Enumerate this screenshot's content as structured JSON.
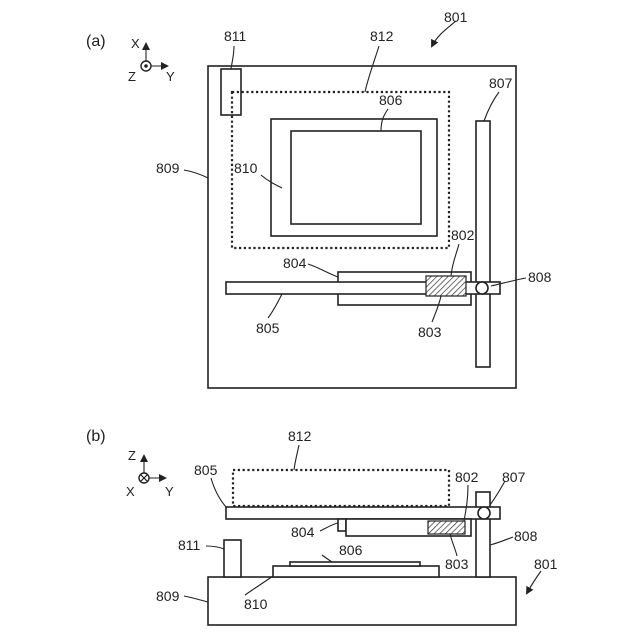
{
  "panel_a": {
    "label": "(a)",
    "axes": {
      "x": "X",
      "y": "Y",
      "z": "Z"
    },
    "callouts": {
      "c801": "801",
      "c802": "802",
      "c803": "803",
      "c804": "804",
      "c805": "805",
      "c806": "806",
      "c807": "807",
      "c808": "808",
      "c809": "809",
      "c810": "810",
      "c811": "811",
      "c812": "812"
    }
  },
  "panel_b": {
    "label": "(b)",
    "axes": {
      "x": "X",
      "y": "Y",
      "z": "Z"
    },
    "callouts": {
      "c801": "801",
      "c802": "802",
      "c803": "803",
      "c804": "804",
      "c805": "805",
      "c806": "806",
      "c807": "807",
      "c808": "808",
      "c809": "809",
      "c810": "810",
      "c811": "811",
      "c812": "812"
    }
  }
}
